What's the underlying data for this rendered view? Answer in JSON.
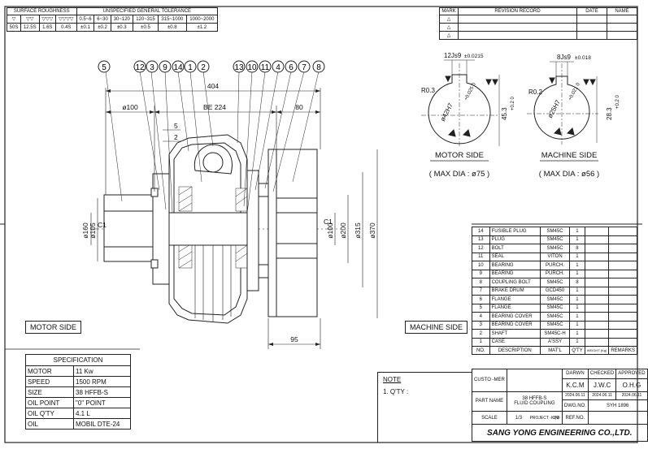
{
  "roughness": {
    "title": "SURFACE ROUGHNESS",
    "symbols": [
      "▽",
      "▽▽",
      "▽▽▽",
      "▽▽▽▽"
    ],
    "values": [
      "50S",
      "12.5S",
      "1.6S",
      "0.4S"
    ]
  },
  "tolerance": {
    "title": "UNSPECIFIED GENERAL TOLERANCE",
    "ranges": [
      "0.5~6",
      "6~30",
      "30~120",
      "120~315",
      "315~1000",
      "1000~2000"
    ],
    "values": [
      "±0.1",
      "±0.2",
      "±0.3",
      "±0.5",
      "±0.8",
      "±1.2"
    ]
  },
  "revision": {
    "headers": [
      "MARK",
      "REVISION RECORD",
      "DATE",
      "NAME"
    ]
  },
  "dims": {
    "d404": "404",
    "d100": "ø100",
    "be224": "BE 224",
    "d80": "80",
    "d5": "5",
    "d2": "2",
    "d95": "95",
    "c1_left": "C1",
    "c1_right": "C1",
    "d160": "ø160",
    "d105": "ø105",
    "d200": "ø200",
    "d315": "ø315",
    "d370": "ø370"
  },
  "balloons": [
    "5",
    "12",
    "3",
    "9",
    "14",
    "1",
    "2",
    "13",
    "10",
    "11",
    "4",
    "6",
    "7",
    "8"
  ],
  "motor_section": {
    "key": "12Js9",
    "key_tol": "±0.0215",
    "radius": "R0.3",
    "bore": "ø42H7",
    "bore_tol": "+0.025 0",
    "depth": "45.3",
    "depth_tol": "+0.2 0",
    "title": "MOTOR SIDE",
    "max": "( MAX DIA : ø75 )"
  },
  "machine_section": {
    "key": "8Js9",
    "key_tol": "±0.018",
    "radius": "R0.2",
    "bore": "ø25H7",
    "bore_tol": "+0.021 0",
    "depth": "28.3",
    "depth_tol": "+0.2 0",
    "title": "MACHINE SIDE",
    "max": "( MAX DIA : ø56 )"
  },
  "side_labels": {
    "motor": "MOTOR SIDE",
    "machine": "MACHINE SIDE"
  },
  "specification": {
    "title": "SPECIFICATION",
    "rows": [
      {
        "k": "MOTOR",
        "v": "11 Kw"
      },
      {
        "k": "SPEED",
        "v": "1500 RPM"
      },
      {
        "k": "SIZE",
        "v": "38 HFFB-S"
      },
      {
        "k": "OIL POINT",
        "v": "\"0\" POINT"
      },
      {
        "k": "OIL Q'TY",
        "v": "4.1 L"
      },
      {
        "k": "OIL",
        "v": "MOBIL DTE-24"
      }
    ]
  },
  "note": {
    "title": "NOTE",
    "line1": "1. Q'TY :"
  },
  "parts": {
    "rows": [
      {
        "no": "14",
        "desc": "FUSIBLE PLUG",
        "mat": "SM45C",
        "qty": "1"
      },
      {
        "no": "13",
        "desc": "PLUG",
        "mat": "SM45C",
        "qty": "1"
      },
      {
        "no": "12",
        "desc": "BOLT",
        "mat": "SM45C",
        "qty": "8"
      },
      {
        "no": "11",
        "desc": "SEAL",
        "mat": "VITON",
        "qty": "1"
      },
      {
        "no": "10",
        "desc": "BEARING",
        "mat": "PURCH.",
        "qty": "1"
      },
      {
        "no": "9",
        "desc": "BEARING",
        "mat": "PURCH.",
        "qty": "1"
      },
      {
        "no": "8",
        "desc": "COUPLING BOLT",
        "mat": "SM45C",
        "qty": "8"
      },
      {
        "no": "7",
        "desc": "BRAKE DRUM",
        "mat": "GCD450",
        "qty": "1"
      },
      {
        "no": "6",
        "desc": "FLANGE",
        "mat": "SM45C",
        "qty": "1"
      },
      {
        "no": "5",
        "desc": "FLANGE",
        "mat": "SM45C",
        "qty": "1"
      },
      {
        "no": "4",
        "desc": "BEARING COVER",
        "mat": "SM45C",
        "qty": "1"
      },
      {
        "no": "3",
        "desc": "BEARING COVER",
        "mat": "SM45C",
        "qty": "1"
      },
      {
        "no": "2",
        "desc": "SHAFT",
        "mat": "SM45C-H",
        "qty": "1"
      },
      {
        "no": "1",
        "desc": "CASE",
        "mat": "A'SSY",
        "qty": "1"
      }
    ],
    "header": {
      "no": "NO.",
      "desc": "DESCRIPTION",
      "mat": "MAT'L",
      "qty": "Q'TY",
      "weight": "WEIGHT (Kg)",
      "remarks": "REMARKS"
    }
  },
  "title_block": {
    "customer_label": "CUSTO -MER",
    "drawn": "DARWN",
    "checked": "CHECKED",
    "approved": "APPROVED",
    "drawn_by": "K.C.M",
    "checked_by": "J.W.C",
    "approved_by": "O.H.G",
    "date1": "2024.06.11",
    "date2": "2024.06.11",
    "date3": "2024.06.11",
    "part_label": "PART NAME",
    "part_line1": "38 HFFB-S",
    "part_line2": "FLUID COUPLING",
    "dwg_label": "DWG.NO.",
    "dwg_no": "SYH 1896",
    "scale_label": "SCALE",
    "scale": "1/3",
    "projection_label": "PROJECT -ION",
    "ref_label": "REF.NO.",
    "company": "SANG YONG ENGINEERING CO.,LTD."
  }
}
